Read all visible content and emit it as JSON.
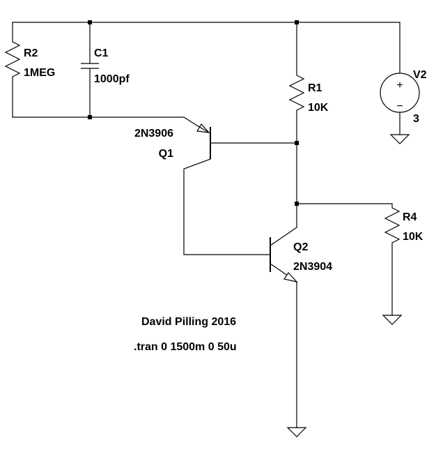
{
  "components": {
    "r2": {
      "name": "R2",
      "value": "1MEG"
    },
    "c1": {
      "name": "C1",
      "value": "1000pf"
    },
    "r1": {
      "name": "R1",
      "value": "10K"
    },
    "v2": {
      "name": "V2",
      "value": "3",
      "plus": "+",
      "minus": "−"
    },
    "q1": {
      "name": "Q1",
      "model": "2N3906"
    },
    "q2": {
      "name": "Q2",
      "model": "2N3904"
    },
    "r4": {
      "name": "R4",
      "value": "10K"
    }
  },
  "annotations": {
    "author": "David Pilling 2016",
    "directive": ".tran 0 1500m 0 50u"
  }
}
